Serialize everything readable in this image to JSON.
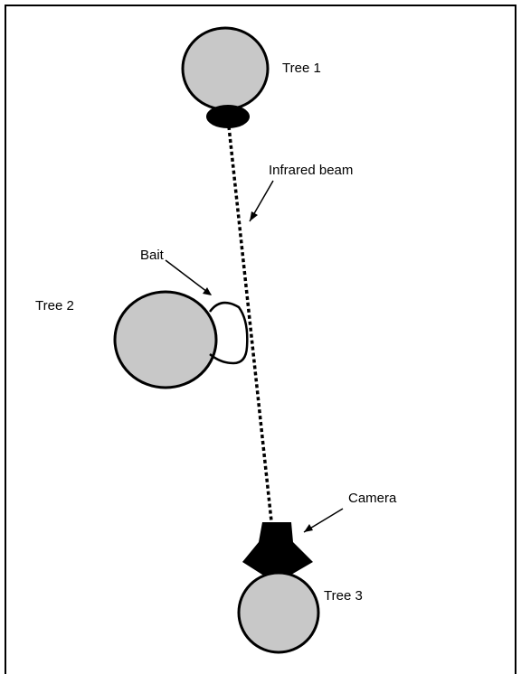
{
  "labels": {
    "tree1": "Tree 1",
    "tree2": "Tree 2",
    "tree3": "Tree 3",
    "infrared_beam": "Infrared beam",
    "bait": "Bait",
    "camera": "Camera"
  },
  "colors": {
    "tree_fill": "#c8c8c8",
    "outline": "#000000",
    "background": "#ffffff"
  }
}
